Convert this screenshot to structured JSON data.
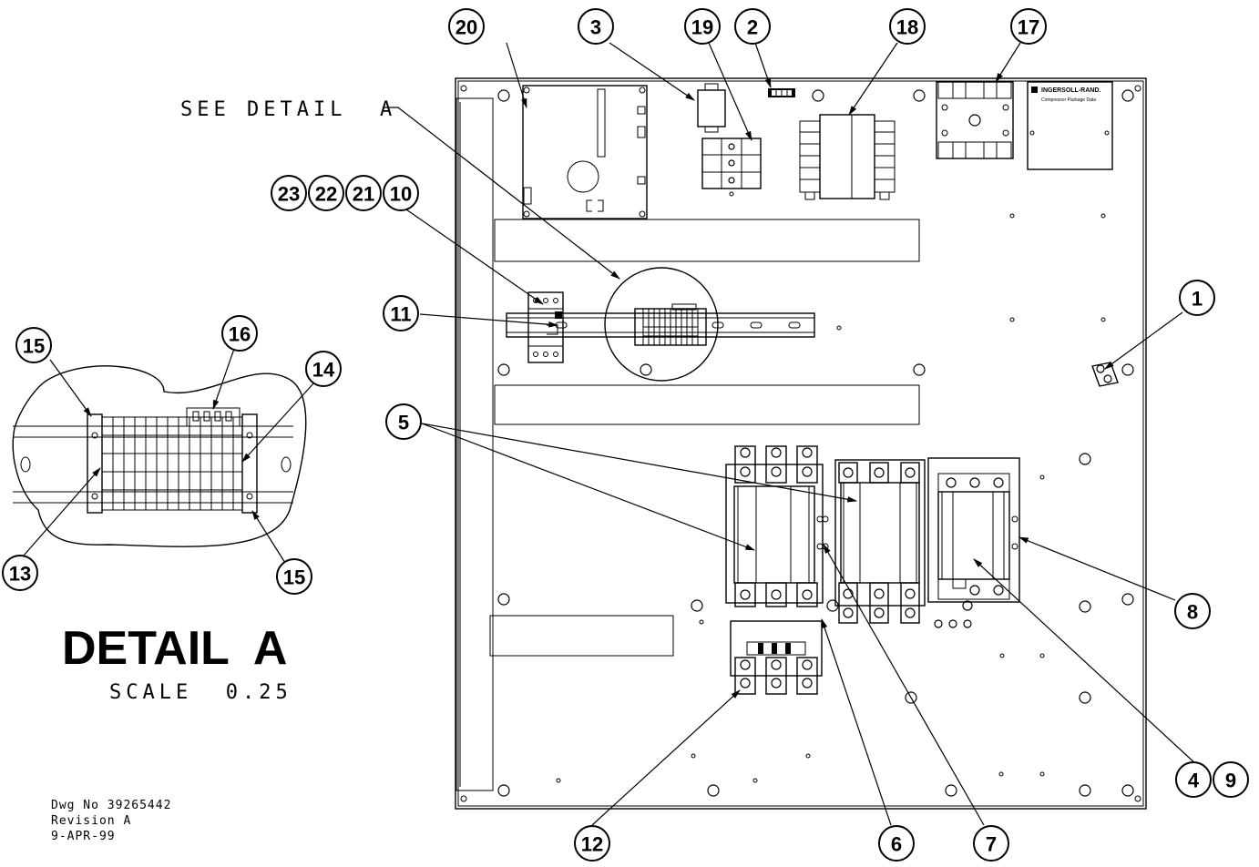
{
  "see_detail_label": "SEE DETAIL  A",
  "detail": {
    "title": "DETAIL  A",
    "scale": "SCALE  0.25"
  },
  "drawing_info": {
    "dwg_no": "Dwg No 39265442",
    "revision": "Revision A",
    "date": "9-APR-99"
  },
  "callouts": [
    "20",
    "3",
    "19",
    "2",
    "18",
    "17",
    "23",
    "22",
    "21",
    "10",
    "11",
    "1",
    "5",
    "8",
    "12",
    "6",
    "7",
    "4",
    "9",
    "15",
    "16",
    "14",
    "13",
    "15"
  ],
  "plate_label": {
    "brand": "INGERSOLL-RAND.",
    "subtitle": "Compressor Package Data"
  }
}
